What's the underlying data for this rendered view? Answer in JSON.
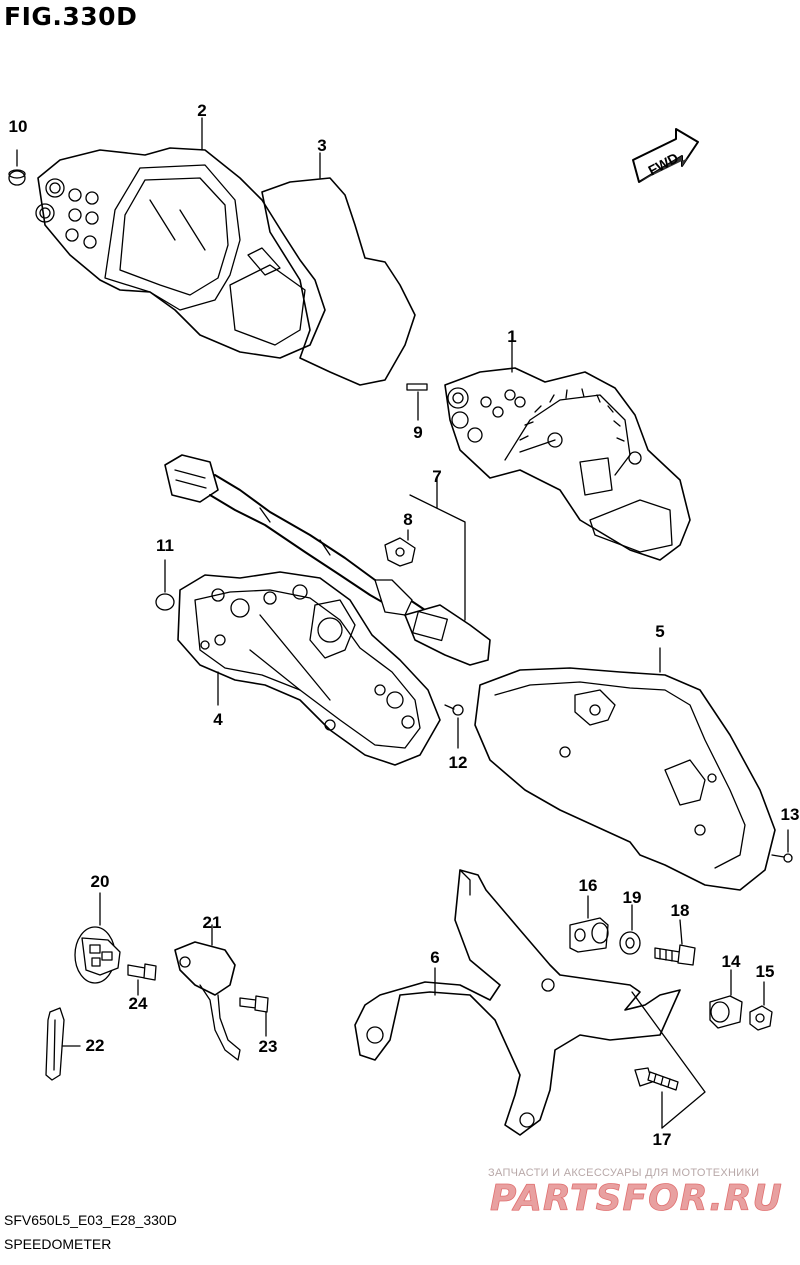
{
  "figure": {
    "title": "FIG.330D",
    "model_code": "SFV650L5_E03_E28_330D",
    "name": "SPEEDOMETER",
    "direction_label": "FWD"
  },
  "callouts": [
    {
      "id": "c1",
      "label": "1"
    },
    {
      "id": "c2",
      "label": "2"
    },
    {
      "id": "c3",
      "label": "3"
    },
    {
      "id": "c4",
      "label": "4"
    },
    {
      "id": "c5",
      "label": "5"
    },
    {
      "id": "c6",
      "label": "6"
    },
    {
      "id": "c7",
      "label": "7"
    },
    {
      "id": "c8",
      "label": "8"
    },
    {
      "id": "c9",
      "label": "9"
    },
    {
      "id": "c10",
      "label": "10"
    },
    {
      "id": "c11",
      "label": "11"
    },
    {
      "id": "c12",
      "label": "12"
    },
    {
      "id": "c13",
      "label": "13"
    },
    {
      "id": "c14",
      "label": "14"
    },
    {
      "id": "c15",
      "label": "15"
    },
    {
      "id": "c16",
      "label": "16"
    },
    {
      "id": "c17",
      "label": "17"
    },
    {
      "id": "c18",
      "label": "18"
    },
    {
      "id": "c19",
      "label": "19"
    },
    {
      "id": "c20",
      "label": "20"
    },
    {
      "id": "c21",
      "label": "21"
    },
    {
      "id": "c22",
      "label": "22"
    },
    {
      "id": "c23",
      "label": "23"
    },
    {
      "id": "c24",
      "label": "24"
    }
  ],
  "watermark": {
    "tagline": "ЗАПЧАСТИ И АКСЕССУАРЫ ДЛЯ МОТОТЕХНИКИ",
    "brand": "PARTSFOR.RU",
    "brand_color": "#e07070"
  }
}
